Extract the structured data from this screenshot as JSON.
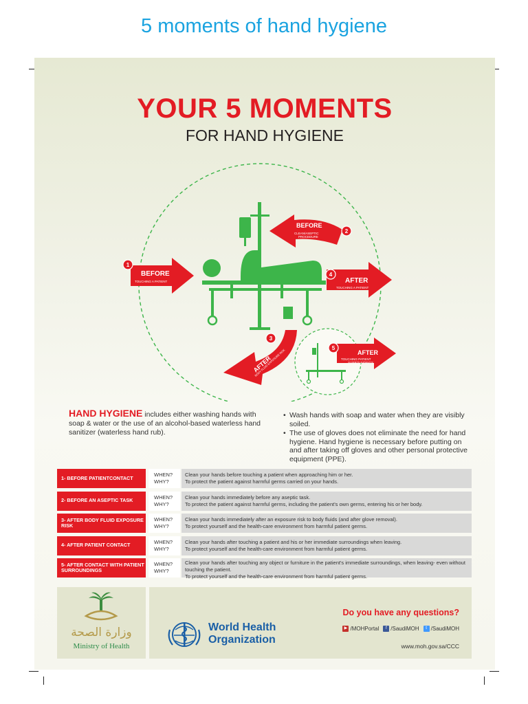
{
  "page_title": "5 moments of hand hygiene",
  "poster": {
    "headline": "YOUR 5 MOMENTS",
    "subheadline": "FOR HAND HYGIENE",
    "diagram": {
      "moments": [
        {
          "number": "1",
          "title": "BEFORE",
          "subtitle": "TOUCHING A PATIENT"
        },
        {
          "number": "2",
          "title": "BEFORE",
          "subtitle_line1": "CLEAN/ASEPTIC",
          "subtitle_line2": "PROCEDURE"
        },
        {
          "number": "3",
          "title": "AFTER",
          "subtitle": "BODY FLUID EXPOSURE RISK"
        },
        {
          "number": "4",
          "title": "AFTER",
          "subtitle": "TOUCHING A PATIENT"
        },
        {
          "number": "5",
          "title": "AFTER",
          "subtitle_line1": "TOUCHING PATIENT",
          "subtitle_line2": "SURROUNDINGS"
        }
      ]
    },
    "intro": {
      "highlight": "HAND HYGIENE",
      "text": " includes either washing hands with soap & water or the use of an alcohol-based waterless hand sanitizer (waterless hand rub)."
    },
    "bullets": [
      "Wash hands with soap and water when they are visibly soiled.",
      "The use of gloves does not eliminate the need for hand hygiene. Hand hygiene is necessary before putting on and after taking off gloves and other personal protective equipment (PPE)."
    ],
    "when_label": "WHEN?",
    "why_label": "WHY?",
    "rows": [
      {
        "label": "1- BEFORE PATIENTCONTACT",
        "when": "Clean your hands before touching a patient when approaching him or her.",
        "why": "To protect the patient against harmful germs carried on your hands."
      },
      {
        "label": "2- BEFORE AN ASEPTIC TASK",
        "when": "Clean your hands immediately before any aseptic task.",
        "why": "To protect the patient against harmful germs, including the patient's own germs, entering his or her body."
      },
      {
        "label": "3- AFTER BODY FLUID EXPOSURE RISK",
        "when": "Clean your hands immediately after an exposure risk to body fluids (and after glove removal).",
        "why": "To protect yourself and the health-care environment from harmful patient germs."
      },
      {
        "label": "4- AFTER PATIENT CONTACT",
        "when": "Clean your hands after touching a patient and his or her immediate surroundings when leaving.",
        "why": "To protect yourself and the health-care environment from harmful patient germs."
      },
      {
        "label": "5- AFTER CONTACT WITH PATIENT SURROUNDINGS",
        "when": "Clean your hands after touching any object or furniture in the patient's immediate surroundings, when leaving- even without touching the patient.",
        "why": "To protect yourself and the health-care environment from harmful patient germs."
      }
    ],
    "footer": {
      "moh_arabic": "وزارة الصحة",
      "moh_english": "Ministry of Health",
      "who_line1": "World Health",
      "who_line2": "Organization",
      "questions": "Do you have any questions?",
      "socials": [
        {
          "icon": "youtube-icon",
          "handle": "/MOHPortal",
          "color": "#c4302b"
        },
        {
          "icon": "facebook-icon",
          "handle": "/SaudiMOH",
          "color": "#3b5998"
        },
        {
          "icon": "twitter-icon",
          "handle": "/SaudiMOH",
          "color": "#4099ff"
        }
      ],
      "website": "www.moh.gov.sa/CCC"
    }
  },
  "colors": {
    "red": "#e31c24",
    "green": "#3db54a",
    "title_blue": "#1aa3e0",
    "who_blue": "#1a5fa6"
  }
}
